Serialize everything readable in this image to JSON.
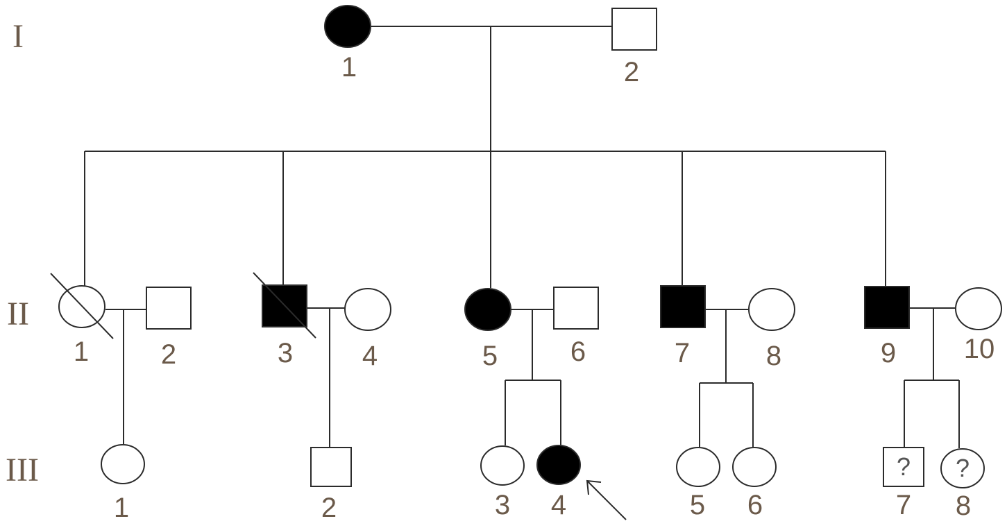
{
  "generations": [
    {
      "id": "I",
      "label": "I"
    },
    {
      "id": "II",
      "label": "II"
    },
    {
      "id": "III",
      "label": "III"
    }
  ],
  "individuals": [
    {
      "id": "I-1",
      "number": "1",
      "sex": "female",
      "affected": true,
      "deceased": false,
      "unknown": false,
      "proband": false
    },
    {
      "id": "I-2",
      "number": "2",
      "sex": "male",
      "affected": false,
      "deceased": false,
      "unknown": false,
      "proband": false
    },
    {
      "id": "II-1",
      "number": "1",
      "sex": "female",
      "affected": false,
      "deceased": true,
      "unknown": false,
      "proband": false
    },
    {
      "id": "II-2",
      "number": "2",
      "sex": "male",
      "affected": false,
      "deceased": false,
      "unknown": false,
      "proband": false
    },
    {
      "id": "II-3",
      "number": "3",
      "sex": "male",
      "affected": true,
      "deceased": true,
      "unknown": false,
      "proband": false
    },
    {
      "id": "II-4",
      "number": "4",
      "sex": "female",
      "affected": false,
      "deceased": false,
      "unknown": false,
      "proband": false
    },
    {
      "id": "II-5",
      "number": "5",
      "sex": "female",
      "affected": true,
      "deceased": false,
      "unknown": false,
      "proband": false
    },
    {
      "id": "II-6",
      "number": "6",
      "sex": "male",
      "affected": false,
      "deceased": false,
      "unknown": false,
      "proband": false
    },
    {
      "id": "II-7",
      "number": "7",
      "sex": "male",
      "affected": true,
      "deceased": false,
      "unknown": false,
      "proband": false
    },
    {
      "id": "II-8",
      "number": "8",
      "sex": "female",
      "affected": false,
      "deceased": false,
      "unknown": false,
      "proband": false
    },
    {
      "id": "II-9",
      "number": "9",
      "sex": "male",
      "affected": true,
      "deceased": false,
      "unknown": false,
      "proband": false
    },
    {
      "id": "II-10",
      "number": "10",
      "sex": "female",
      "affected": false,
      "deceased": false,
      "unknown": false,
      "proband": false
    },
    {
      "id": "III-1",
      "number": "1",
      "sex": "female",
      "affected": false,
      "deceased": false,
      "unknown": false,
      "proband": false
    },
    {
      "id": "III-2",
      "number": "2",
      "sex": "male",
      "affected": false,
      "deceased": false,
      "unknown": false,
      "proband": false
    },
    {
      "id": "III-3",
      "number": "3",
      "sex": "female",
      "affected": false,
      "deceased": false,
      "unknown": false,
      "proband": false
    },
    {
      "id": "III-4",
      "number": "4",
      "sex": "female",
      "affected": true,
      "deceased": false,
      "unknown": false,
      "proband": true
    },
    {
      "id": "III-5",
      "number": "5",
      "sex": "female",
      "affected": false,
      "deceased": false,
      "unknown": false,
      "proband": false
    },
    {
      "id": "III-6",
      "number": "6",
      "sex": "female",
      "affected": false,
      "deceased": false,
      "unknown": false,
      "proband": false
    },
    {
      "id": "III-7",
      "number": "7",
      "sex": "male",
      "affected": false,
      "deceased": false,
      "unknown": true,
      "proband": false
    },
    {
      "id": "III-8",
      "number": "8",
      "sex": "female",
      "affected": false,
      "deceased": false,
      "unknown": true,
      "proband": false
    }
  ],
  "unknown_mark": "?"
}
